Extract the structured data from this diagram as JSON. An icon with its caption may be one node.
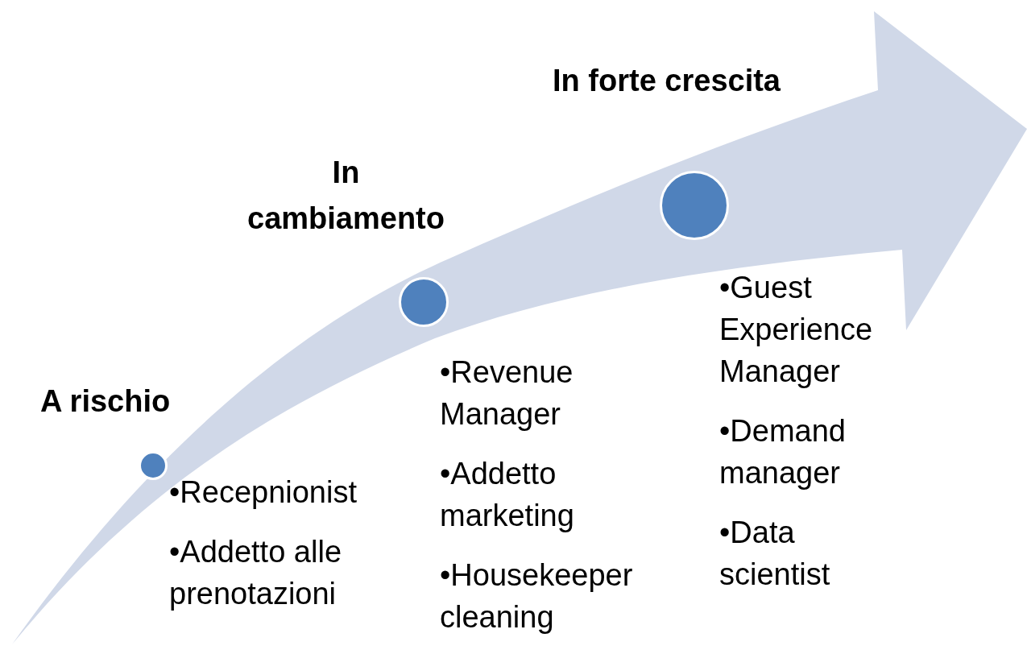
{
  "diagram": {
    "nodes": [
      {
        "text": [],
        "shape": "circle",
        "beside": [
          "A rischio",
          "•Recepnionist",
          "•Addetto alle prenotazioni"
        ]
      },
      {
        "text": [],
        "shape": "circle",
        "beside": [
          "In cambiamento",
          "•Revenue Manager",
          "•Addetto marketing",
          "•Housekeeper cleaning"
        ]
      },
      {
        "text": [],
        "shape": "circle",
        "beside": [
          "In forte crescita",
          "•Guest Experience Manager",
          "•Demand manager",
          "•Data scientist"
        ]
      }
    ],
    "edges": []
  }
}
